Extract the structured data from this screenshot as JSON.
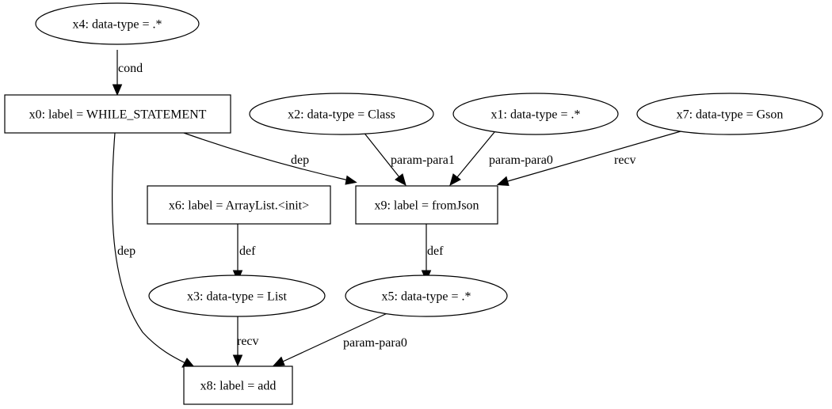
{
  "graph": {
    "nodes": {
      "x4": {
        "shape": "ellipse",
        "label": "x4: data-type = .*"
      },
      "x0": {
        "shape": "box",
        "label": "x0: label = WHILE_STATEMENT"
      },
      "x2": {
        "shape": "ellipse",
        "label": "x2: data-type = Class"
      },
      "x1": {
        "shape": "ellipse",
        "label": "x1: data-type = .*"
      },
      "x7": {
        "shape": "ellipse",
        "label": "x7: data-type = Gson"
      },
      "x6": {
        "shape": "box",
        "label": "x6: label = ArrayList.<init>"
      },
      "x9": {
        "shape": "box",
        "label": "x9: label = fromJson"
      },
      "x3": {
        "shape": "ellipse",
        "label": "x3: data-type = List"
      },
      "x5": {
        "shape": "ellipse",
        "label": "x5: data-type = .*"
      },
      "x8": {
        "shape": "box",
        "label": "x8: label = add"
      }
    },
    "edges": [
      {
        "from": "x4",
        "to": "x0",
        "label": "cond"
      },
      {
        "from": "x0",
        "to": "x9",
        "label": "dep"
      },
      {
        "from": "x0",
        "to": "x8",
        "label": "dep"
      },
      {
        "from": "x2",
        "to": "x9",
        "label": "param-para1"
      },
      {
        "from": "x1",
        "to": "x9",
        "label": "param-para0"
      },
      {
        "from": "x7",
        "to": "x9",
        "label": "recv"
      },
      {
        "from": "x6",
        "to": "x3",
        "label": "def"
      },
      {
        "from": "x9",
        "to": "x5",
        "label": "def"
      },
      {
        "from": "x3",
        "to": "x8",
        "label": "recv"
      },
      {
        "from": "x5",
        "to": "x8",
        "label": "param-para0"
      }
    ]
  }
}
